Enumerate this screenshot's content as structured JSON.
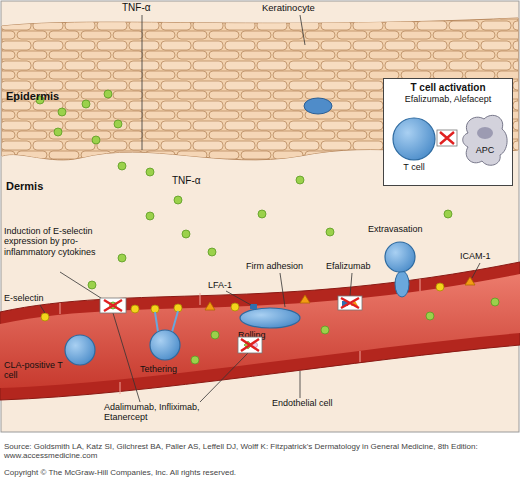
{
  "diagram": {
    "nodes": [
      {
        "text": [
          "T cell activation",
          "Efalizumab, Alefacept"
        ]
      },
      {
        "text": [
          "T cell"
        ],
        "in": 0
      },
      {
        "text": [
          "APC"
        ],
        "in": 0
      }
    ],
    "labels": [
      "Epidermis",
      "Dermis",
      "TNF-α",
      "Keratinocyte",
      "TNF-α",
      "Induction of E-selectin expression by pro-inflammatory cytokines",
      "E-selectin",
      "CLA-positive T cell",
      "Tethering",
      "LFA-1",
      "Rolling",
      "Firm adhesion",
      "Efalizumab",
      "Extravasation",
      "ICAM-1",
      "Endothelial cell",
      "Adalimumab, Infliximab, Etanercept",
      "Source: Goldsmith LA, Katz SI, Gilchrest BA, Paller AS, Leffell DJ, Wolff K: Fitzpatrick's Dermatology in General Medicine, 8th Edition: www.accessmedicine.com",
      "Copyright © The McGraw-Hill Companies, Inc. All rights reserved."
    ]
  }
}
